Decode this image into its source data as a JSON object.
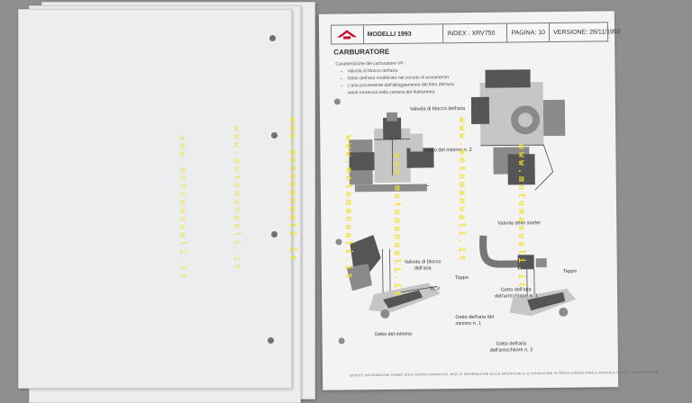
{
  "header": {
    "models_label": "MODELLI 1993",
    "index_label": "INDEX : XRV750",
    "page_label": "PAGINA: 10",
    "version_label": "VERSIONE: 28/11/1992"
  },
  "section": {
    "title": "CARBURATORE",
    "intro": "Caratteristiche del carburatore VP :",
    "features": [
      "Valvola di blocco dell'aria",
      "Getto dell'aria modificato nel circuito di avviamento",
      "L'aria proveniente dall'alloggiamento del filtro dell'aria"
    ],
    "feature3_cont": "viene immessa nella camera del diaframma."
  },
  "callouts": {
    "air_cutoff_valve_top": "Valvola di blocco dell'aria",
    "slow_jet_2": "Getto del minimo n. 2",
    "starter_valve": "Valvola dello starter",
    "air_cutoff_valve_l1": "Valvola di blocco",
    "air_cutoff_valve_l2": "dell'aria",
    "tappo_left": "Tappo",
    "acv": "ACV",
    "slow_air_jet_l1": "Getto dell'aria del",
    "slow_air_jet_l2": "minimo n. 1",
    "slow_jet": "Getto del minimo",
    "tappo_right": "Tappo",
    "starter_air_jet_1_l1": "Getto dell'aria",
    "starter_air_jet_1_l2": "dell'arricchitore n. 1",
    "starter_air_jet_2_l1": "Getto dell'aria",
    "starter_air_jet_2_l2": "dell'arricchitore n. 2"
  },
  "footer_text": "QUESTE INFORMAZIONI HANNO SOLO SCOPO FORMATIVO. PER LE INFORMAZIONI SULLE MODIFICHE E LE RIPARAZIONI SI PREGA CONSULTARE IL MANUALE D'USO E MANUTENZIONE",
  "watermark_text": "www.motomanuali.it",
  "colors": {
    "background": "#8f8f8d",
    "paper": "#f3f3f4",
    "watermark": "#f2e22b",
    "honda_red": "#c8102e"
  }
}
